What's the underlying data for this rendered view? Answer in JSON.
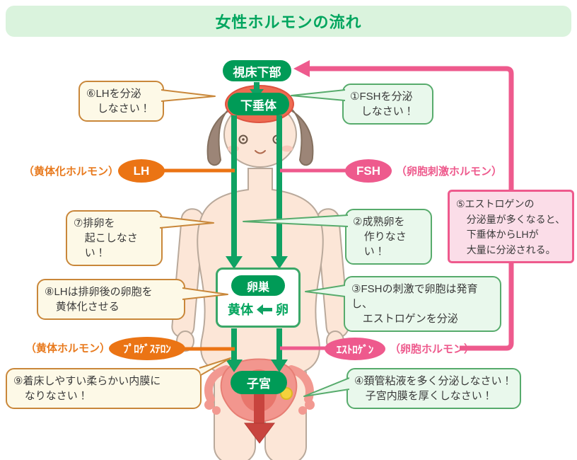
{
  "title": "女性ホルモンの流れ",
  "nodes": {
    "hypothalamus": "視床下部",
    "pituitary": "下垂体",
    "ovary": "卵巣",
    "corpus_luteum": "黄体",
    "egg": "卵",
    "uterus": "子宮"
  },
  "hormones": {
    "lh": {
      "label": "LH",
      "annotation": "（黄体化ホルモン）"
    },
    "fsh": {
      "label": "FSH",
      "annotation": "（卵胞刺激ホルモン）"
    },
    "progesterone": {
      "label": "ﾌﾟﾛｹﾞｽﾃﾛﾝ",
      "annotation": "（黄体ホルモン）"
    },
    "estrogen": {
      "label": "ｴｽﾄﾛｹﾞﾝ",
      "annotation": "（卵胞ホルモン）"
    }
  },
  "bubbles": {
    "b1": {
      "line1": "①FSHを分泌",
      "line2": "しなさい！"
    },
    "b2": {
      "line1": "②成熟卵を",
      "line2": "作りなさい！"
    },
    "b3": {
      "line1": "③FSHの刺激で卵胞は発育し、",
      "line2": "エストロゲンを分泌"
    },
    "b4": {
      "line1": "④頚管粘液を多く分泌しなさい！",
      "line2": "子宮内膜を厚くしなさい！"
    },
    "b5": {
      "line1": "⑤エストロゲンの",
      "line2": "分泌量が多くなると、",
      "line3": "下垂体からLHが",
      "line4": "大量に分泌される。"
    },
    "b6": {
      "line1": "⑥LHを分泌",
      "line2": "しなさい！"
    },
    "b7": {
      "line1": "⑦排卵を",
      "line2": "起こしなさい！"
    },
    "b8": {
      "line1": "⑧LHは排卵後の卵胞を",
      "line2": "黄体化させる"
    },
    "b9": {
      "line1": "⑨着床しやすい柔らかい内膜に",
      "line2": "なりなさい！"
    }
  },
  "colors": {
    "title_bg": "#daf3dd",
    "title_text": "#00a55e",
    "organ_green": "#009b57",
    "arrow_green": "#0fa263",
    "orange": "#eb7414",
    "pink": "#ee5a8d",
    "orange_bubble_bg": "#fdf9e7",
    "orange_bubble_border": "#c9873a",
    "green_bubble_bg": "#e9f8ec",
    "green_bubble_border": "#57ab6c",
    "pink_note_bg": "#fbdde8",
    "skin": "#fce6d7",
    "hair": "#9c8577"
  }
}
